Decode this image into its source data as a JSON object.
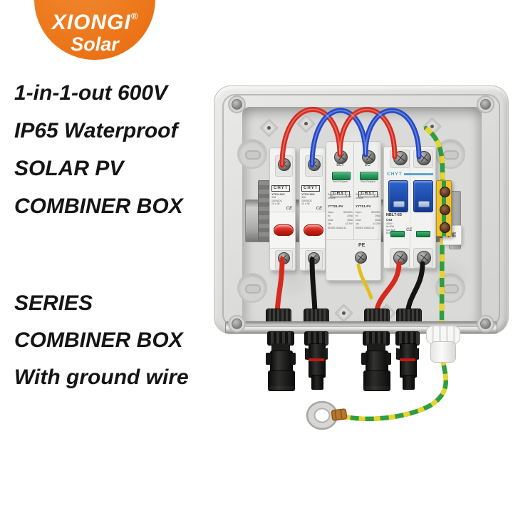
{
  "accents": {
    "logo_orange": "#EC7418",
    "text_black": "#141414",
    "wire_red": "#D62A1E",
    "wire_blue": "#2348C8",
    "wire_black": "#141414",
    "ground_green": "#2F9E41",
    "ground_yellow": "#E8D42E",
    "indicator_red": "#C81F14",
    "indicator_green": "#28A062",
    "toggle_blue": "#2256C0",
    "breaker_brand_blue": "#4AA2D6",
    "enclosure_gray": "#DADAD8"
  },
  "logo": {
    "name": "XIONGI",
    "reg": "®",
    "tagline": "Solar"
  },
  "headline_lines": [
    "1-in-1-out 600V",
    "IP65 Waterproof",
    "SOLAR PV",
    "COMBINER BOX"
  ],
  "footer_lines": [
    "SERIES",
    "COMBINER BOX",
    "With ground wire"
  ],
  "components": {
    "fuse": {
      "brand": "CHYT",
      "model": "YTPV-32X",
      "amp": "32A",
      "volt": "1000VDC",
      "size": "10 x 38",
      "ce": "CE"
    },
    "spd": {
      "brand": "CHYT",
      "dc_plus": "DC+",
      "dc_minus": "DC-",
      "replace": "Red=Replace",
      "device_line1": "Surge Protective",
      "device_line2": "Device",
      "ce": "CE",
      "model": "YTT01-PV",
      "ucpv_label": "Ucpv:",
      "ucpv_value": "600VDC",
      "in_label": "In:",
      "in_value": "20kA",
      "imax_label": "Imax:",
      "imax_value": "40kA",
      "up_label": "Up:",
      "up_value": "≤2.2kV",
      "std": "EN/IEC 61643-11",
      "pe": "PE"
    },
    "breaker": {
      "brand": "CHYT",
      "model": "NBL7-63",
      "rating": "C63",
      "volt": "400V~",
      "in": "In=63A",
      "icu": "Icu=6kA",
      "std": "EN/IEC 60947-2",
      "ce": "CE"
    },
    "rail_pe": "PE"
  }
}
